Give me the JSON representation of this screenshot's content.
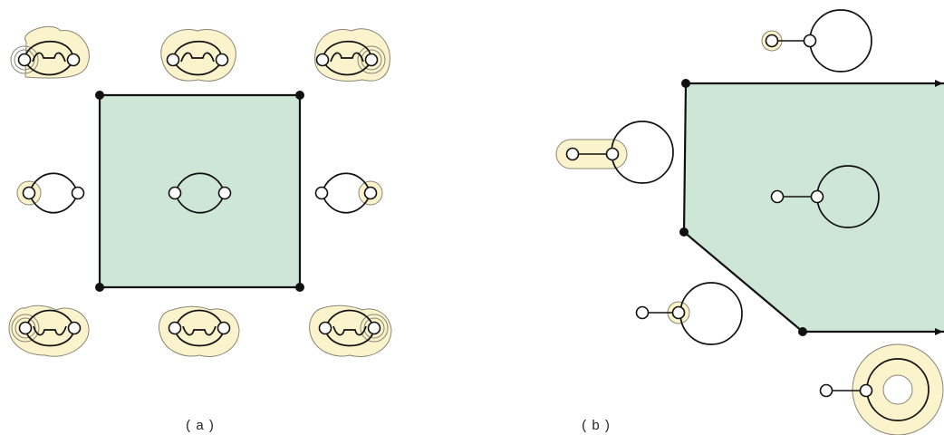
{
  "figure": {
    "panels": [
      {
        "id": "a",
        "caption": "( a )"
      },
      {
        "id": "b",
        "caption": "( b )"
      }
    ],
    "colors": {
      "face_fill": "#cde6d6",
      "highlight_fill": "#fbf3cc",
      "outline": "#111111",
      "highlight_outline": "#8a8576",
      "node_fill": "#ffffff"
    }
  }
}
